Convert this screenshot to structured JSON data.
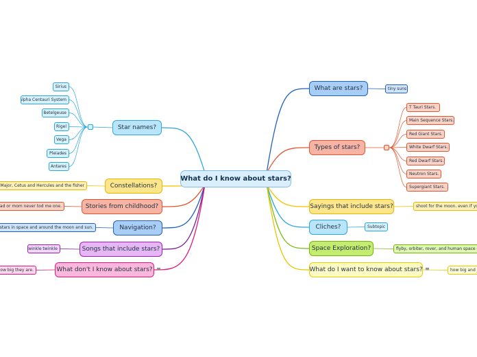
{
  "root": {
    "label": "What do I know about stars?"
  },
  "branches": {
    "what_are_stars": {
      "label": "What are stars?",
      "children": [
        "tiny suns"
      ]
    },
    "types_of_stars": {
      "label": "Types of stars?",
      "children": [
        "T Tauri Stars.",
        "Main Sequence Stars.",
        "Red Giant Stars.",
        "White Dwarf Stars.",
        "Red Dwarf Stars.",
        "Neutron Stars.",
        "Supergiant Stars."
      ]
    },
    "sayings": {
      "label": "Sayings that include stars?",
      "children": [
        "shoot for the moon. even if you m"
      ]
    },
    "cliches": {
      "label": "Cliches?",
      "children": [
        "Subtopic"
      ]
    },
    "space_exploration": {
      "label": "Space Exploration?",
      "children": [
        "flyby, orbiter, rover, and human space expl"
      ]
    },
    "want_to_know": {
      "label": "What do I want to know about stars?",
      "children": [
        "how big and ju"
      ]
    },
    "star_names": {
      "label": "Star names?",
      "children": [
        "Sirius",
        "Alpha Centauri System",
        "Betelgeuse",
        "Rigel",
        "Vega",
        "Pleiades",
        "Antares"
      ]
    },
    "constellations": {
      "label": "Constellations?",
      "children": [
        "sa Major, Cetus and Hercules and the fisher"
      ]
    },
    "stories": {
      "label": "Stories from childhood?",
      "children": [
        "dad or mom never tod me one."
      ]
    },
    "navigation": {
      "label": "Navigation?",
      "children": [
        "ind stars in space and around the moon and sun."
      ]
    },
    "songs": {
      "label": "Songs that include stars?",
      "children": [
        "twinkle twinkle"
      ]
    },
    "dont_know": {
      "label": "What don't I know about stars?",
      "children": [
        "how big they are."
      ]
    }
  },
  "icons": {
    "notes": "notes-icon",
    "collapse": "collapse-toggle-icon"
  },
  "colors": {
    "what_are_stars": {
      "fill": "#a8cdf7",
      "stroke": "#1f5fbf",
      "line": "#1f5fbf",
      "sub": "#cfe3fb"
    },
    "types_of_stars": {
      "fill": "#f7b4a4",
      "stroke": "#e2552e",
      "line": "#e2552e",
      "sub": "#fbd2c6"
    },
    "sayings": {
      "fill": "#fde58c",
      "stroke": "#e6b800",
      "line": "#f2c200",
      "sub": "#fff0b8"
    },
    "cliches": {
      "fill": "#b9e5fb",
      "stroke": "#2aa6e0",
      "line": "#2aa6e0",
      "sub": "#d6f0fc"
    },
    "space_exploration": {
      "fill": "#c4ec70",
      "stroke": "#78b800",
      "line": "#7cbc1a",
      "sub": "#e0f6b4"
    },
    "want_to_know": {
      "fill": "#fffbc4",
      "stroke": "#e6cc00",
      "line": "#e3c800",
      "sub": "#fffbd8"
    },
    "star_names": {
      "fill": "#b9e5fb",
      "stroke": "#2aa6e0",
      "line": "#2aa6e0",
      "sub": "#d6f0fc"
    },
    "constellations": {
      "fill": "#fde58c",
      "stroke": "#e6b800",
      "line": "#f2c200",
      "sub": "#fff0b8"
    },
    "stories": {
      "fill": "#f7b4a4",
      "stroke": "#e2552e",
      "line": "#e2552e",
      "sub": "#fbd2c6"
    },
    "navigation": {
      "fill": "#a8cdf7",
      "stroke": "#1f5fbf",
      "line": "#1f5fbf",
      "sub": "#cfe3fb"
    },
    "songs": {
      "fill": "#e5b8f5",
      "stroke": "#9b1fb7",
      "line": "#7a1c99",
      "sub": "#f0d6f9"
    },
    "dont_know": {
      "fill": "#fbb8dc",
      "stroke": "#e0197a",
      "line": "#e0197a",
      "sub": "#fcd6ea"
    }
  }
}
